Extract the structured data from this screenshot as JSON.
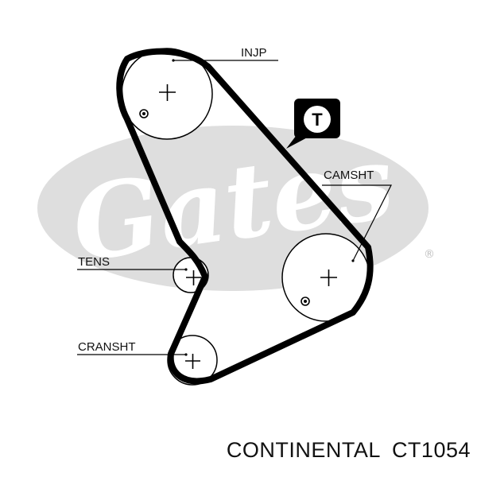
{
  "diagram": {
    "labels": {
      "injp": "INJP",
      "camsht": "CAMSHT",
      "tens": "TENS",
      "cransht": "CRANSHT"
    },
    "badge": {
      "letter": "T",
      "background": "#000000",
      "foreground": "#ffffff"
    },
    "watermark": {
      "text": "Gates",
      "registered": "®",
      "color": "#dedede"
    },
    "belt_color": "#000000"
  },
  "caption": {
    "brand": "CONTINENTAL",
    "part_number": "CT1054"
  }
}
